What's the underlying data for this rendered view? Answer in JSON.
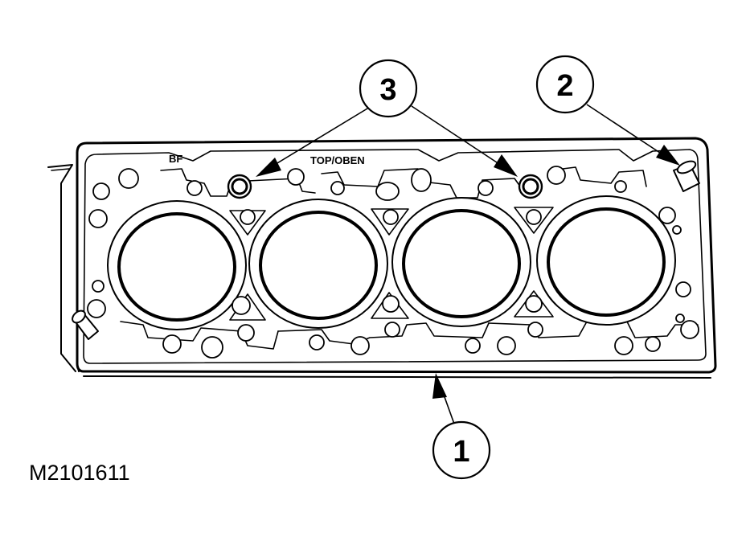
{
  "labels": {
    "bf": "BF",
    "top_oben": "TOP/OBEN",
    "figure_code": "M2101611"
  },
  "callouts": [
    {
      "id": "gasket",
      "number": "1"
    },
    {
      "id": "dowel",
      "number": "2"
    },
    {
      "id": "fixing-rings",
      "number": "3"
    }
  ],
  "colors": {
    "line": "#000000",
    "background": "#ffffff"
  }
}
